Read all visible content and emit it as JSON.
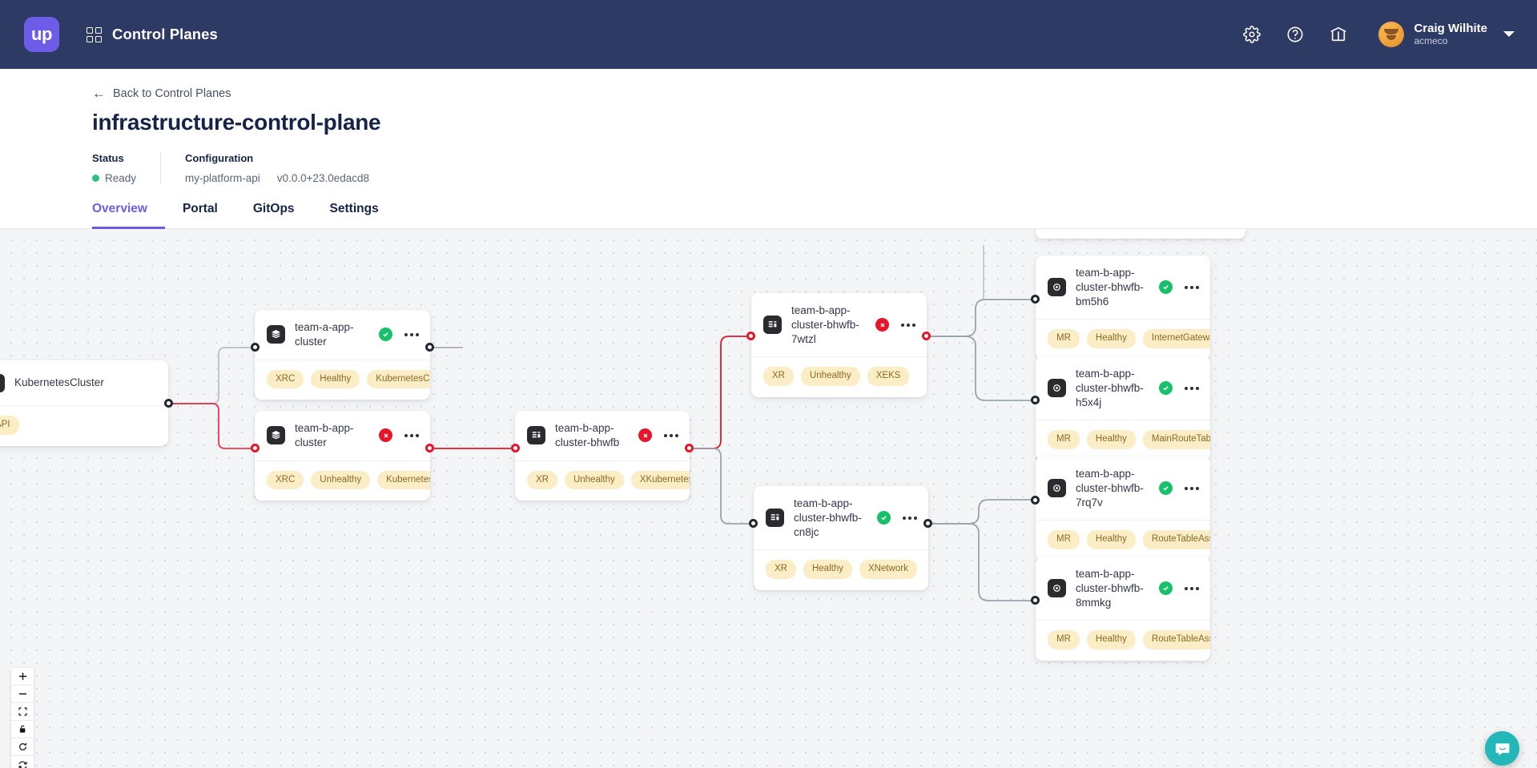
{
  "topnav": {
    "logo_text": "up",
    "logo_icon": "grid-apps-icon",
    "title": "Control Planes",
    "icons": [
      {
        "name": "gear-icon",
        "label": "Settings"
      },
      {
        "name": "help-circle-icon",
        "label": "Help"
      },
      {
        "name": "marketplace-icon",
        "label": "Marketplace"
      }
    ],
    "user": {
      "name": "Craig Wilhite",
      "org": "acmeco",
      "avatar_icon": "user-avatar",
      "caret_icon": "chevron-down-icon"
    }
  },
  "page": {
    "back_link": "Back to Control Planes",
    "back_icon": "arrow-left-icon",
    "title": "infrastructure-control-plane",
    "meta": [
      {
        "label": "Status",
        "value": "Ready",
        "indicator": "green-dot"
      },
      {
        "label": "Configuration",
        "value": "my-platform-api",
        "version": "v0.0.0+23.0edacd8"
      }
    ],
    "tabs": [
      {
        "label": "Overview",
        "active": true
      },
      {
        "label": "Portal",
        "active": false
      },
      {
        "label": "GitOps",
        "active": false
      },
      {
        "label": "Settings",
        "active": false
      }
    ]
  },
  "canvas": {
    "background": "#f4f5f7",
    "dot_color": "#d6d9e0",
    "zoom_controls": [
      {
        "name": "zoom-in-button",
        "icon": "plus-icon"
      },
      {
        "name": "zoom-out-button",
        "icon": "minus-icon"
      },
      {
        "name": "fit-view-button",
        "icon": "fit-screen-icon"
      },
      {
        "name": "lock-button",
        "icon": "padlock-icon"
      },
      {
        "name": "reset-button",
        "icon": "rotate-ccw-icon"
      },
      {
        "name": "refresh-button",
        "icon": "sync-icon"
      }
    ],
    "chat_button": {
      "name": "chat-launcher",
      "icon": "chat-bubble-icon",
      "color": "#24b7b7"
    },
    "nodes": [
      {
        "id": "kubernetescluster",
        "title": "KubernetesCluster",
        "icon": "k-logo-icon",
        "status": "none",
        "tags": [
          "API"
        ]
      },
      {
        "id": "team-a-app-cluster",
        "title": "team-a-app-cluster",
        "icon": "layers-icon",
        "status": "healthy",
        "tags": [
          "XRC",
          "Healthy",
          "KubernetesCluster"
        ]
      },
      {
        "id": "team-b-app-cluster",
        "title": "team-b-app-cluster",
        "icon": "layers-icon",
        "status": "unhealthy",
        "tags": [
          "XRC",
          "Unhealthy",
          "KubernetesCluster"
        ]
      },
      {
        "id": "team-b-app-cluster-bhwfb",
        "title": "team-b-app-cluster-bhwfb",
        "icon": "composite-icon",
        "status": "unhealthy",
        "tags": [
          "XR",
          "Unhealthy",
          "XKubernetesCluster"
        ]
      },
      {
        "id": "team-b-app-cluster-bhwfb-7wtzl",
        "title": "team-b-app-cluster-bhwfb-7wtzl",
        "icon": "composite-icon",
        "status": "unhealthy",
        "tags": [
          "XR",
          "Unhealthy",
          "XEKS"
        ]
      },
      {
        "id": "team-b-app-cluster-bhwfb-cn8jc",
        "title": "team-b-app-cluster-bhwfb-cn8jc",
        "icon": "composite-icon",
        "status": "healthy",
        "tags": [
          "XR",
          "Healthy",
          "XNetwork"
        ]
      },
      {
        "id": "team-b-app-cluster-bhwfb-bm5h6",
        "title": "team-b-app-cluster-bhwfb-bm5h6",
        "icon": "managed-resource-icon",
        "status": "healthy",
        "tags": [
          "MR",
          "Healthy",
          "InternetGateway"
        ]
      },
      {
        "id": "team-b-app-cluster-bhwfb-h5x4j",
        "title": "team-b-app-cluster-bhwfb-h5x4j",
        "icon": "managed-resource-icon",
        "status": "healthy",
        "tags": [
          "MR",
          "Healthy",
          "MainRouteTableAssociation"
        ]
      },
      {
        "id": "team-b-app-cluster-bhwfb-7rq7v",
        "title": "team-b-app-cluster-bhwfb-7rq7v",
        "icon": "managed-resource-icon",
        "status": "healthy",
        "tags": [
          "MR",
          "Healthy",
          "RouteTableAssociation"
        ]
      },
      {
        "id": "team-b-app-cluster-bhwfb-8mmkg",
        "title": "team-b-app-cluster-bhwfb-8mmkg",
        "icon": "managed-resource-icon",
        "status": "healthy",
        "tags": [
          "MR",
          "Healthy",
          "RouteTableAssociation"
        ]
      }
    ]
  }
}
